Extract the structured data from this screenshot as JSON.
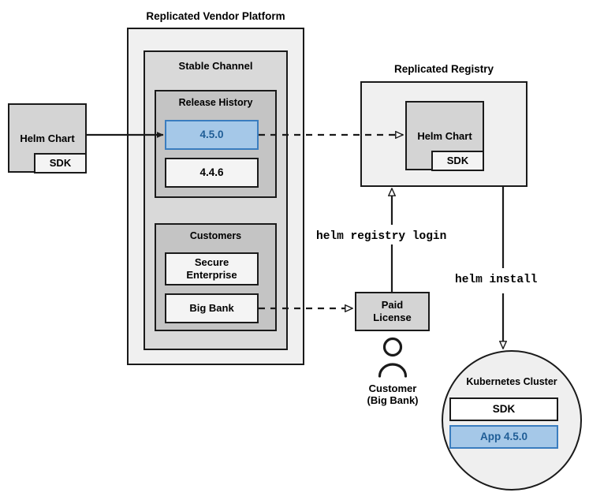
{
  "diagram": {
    "title_vendor_platform": "Replicated Vendor Platform",
    "title_registry": "Replicated Registry",
    "stable_channel": {
      "label": "Stable Channel",
      "release_history": {
        "label": "Release History",
        "releases": [
          {
            "version": "4.5.0",
            "highlighted": true
          },
          {
            "version": "4.4.6",
            "highlighted": false
          }
        ]
      },
      "customers": {
        "label": "Customers",
        "items": [
          {
            "name": "Secure\nEnterprise"
          },
          {
            "name": "Big Bank"
          }
        ]
      }
    },
    "source_chart": {
      "label": "Helm Chart",
      "sdk_label": "SDK"
    },
    "registry_chart": {
      "label": "Helm Chart",
      "sdk_label": "SDK"
    },
    "paid_license": {
      "label": "Paid\nLicense"
    },
    "customer": {
      "icon": "person-icon",
      "label": "Customer\n(Big Bank)"
    },
    "kubernetes_cluster": {
      "label": "Kubernetes Cluster",
      "components": [
        {
          "name": "SDK",
          "highlighted": false
        },
        {
          "name": "App 4.5.0",
          "highlighted": true
        }
      ]
    },
    "commands": {
      "registry_login": "helm registry login",
      "install": "helm install"
    },
    "colors": {
      "highlight_fill": "#a5c8e8",
      "highlight_border": "#3a7dbf",
      "highlight_text": "#1f5d96",
      "stroke": "#1a1a1a",
      "outer_fill": "#f0f0f0",
      "mid_fill": "#d9d9d9",
      "inner_fill": "#c4c4c4",
      "item_fill": "#f4f4f4",
      "chart_fill": "#d4d4d4"
    }
  }
}
